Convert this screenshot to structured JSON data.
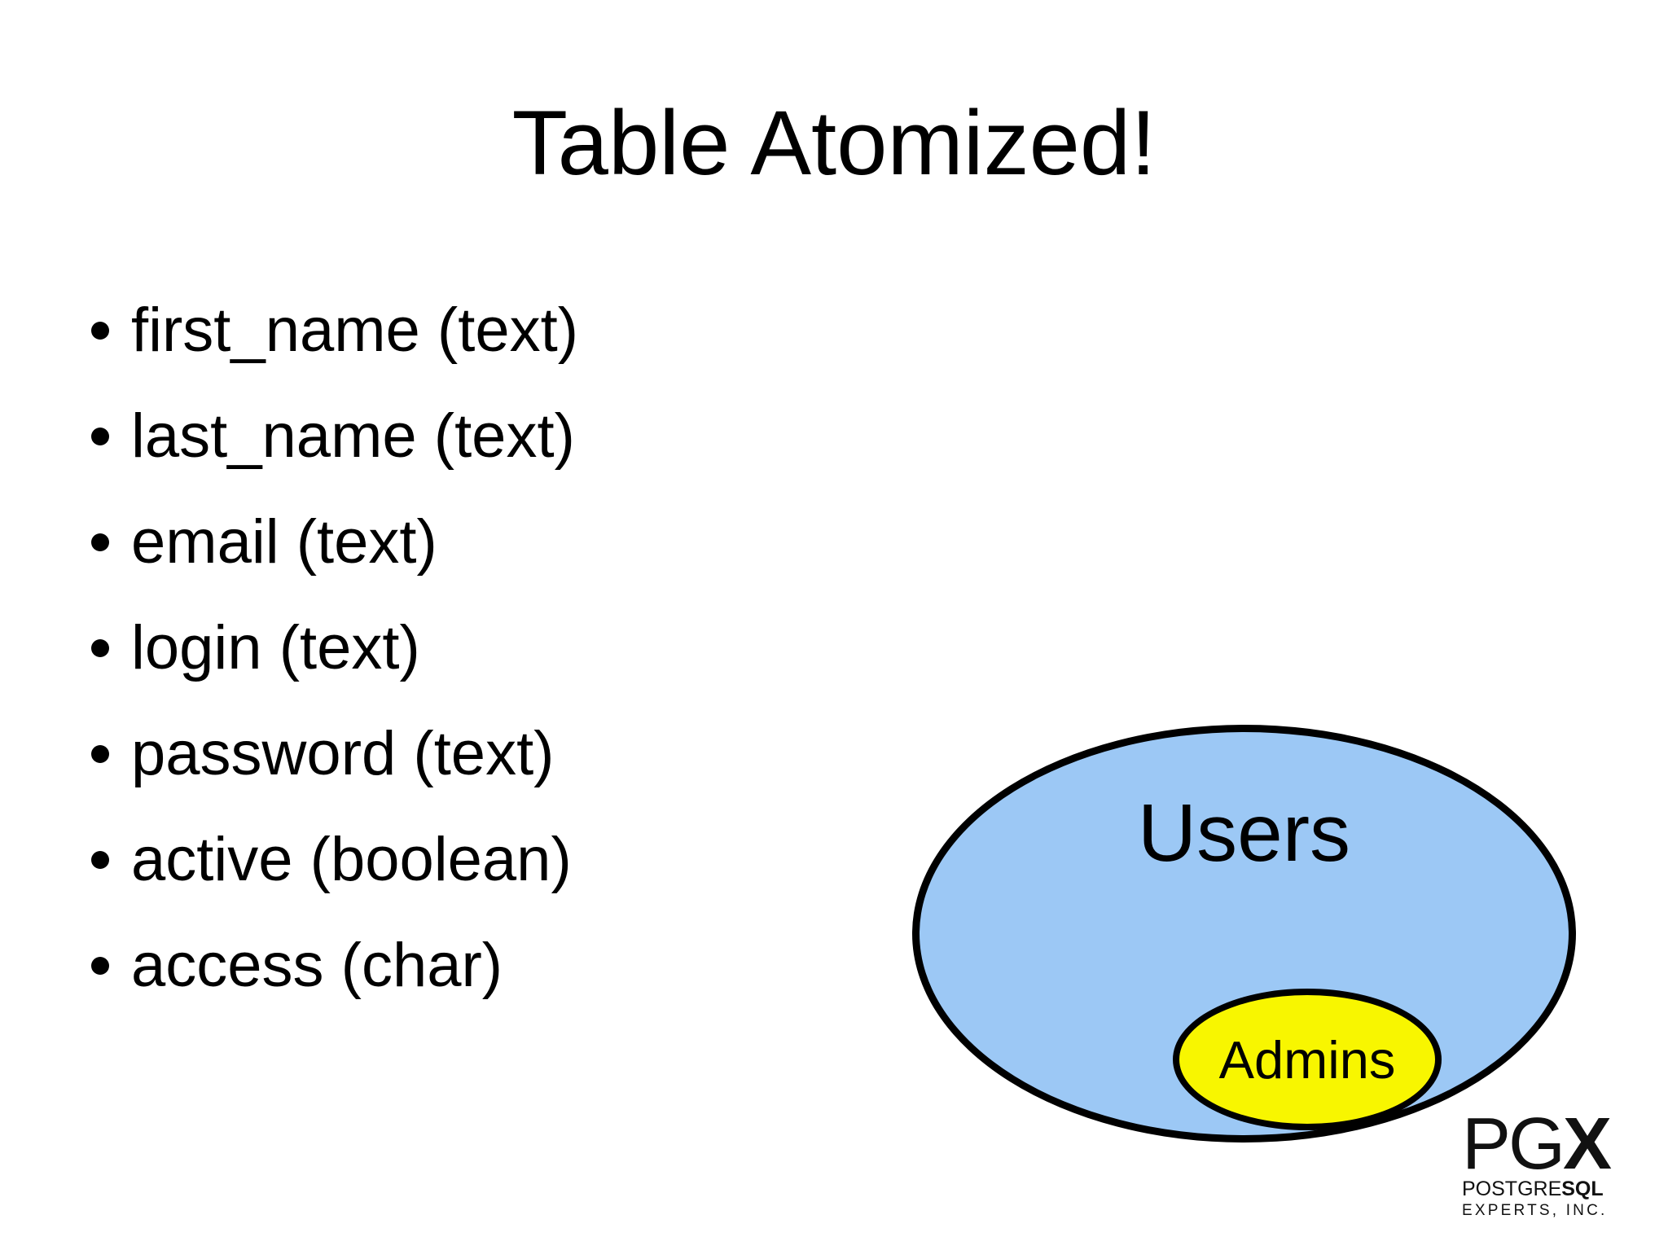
{
  "slide": {
    "title": "Table Atomized!",
    "bullets": [
      "first_name (text)",
      "last_name (text)",
      "email (text)",
      "login (text)",
      "password (text)",
      "active (boolean)",
      "access (char)"
    ],
    "diagram": {
      "outer_label": "Users",
      "inner_label": "Admins",
      "outer_fill_color": "#9CC8F5",
      "inner_fill_color": "#F8F600",
      "stroke_color": "#000000"
    },
    "logo": {
      "acronym_regular": "PG",
      "acronym_bold": "X",
      "company_regular": "POSTGRE",
      "company_bold": "SQL",
      "subtitle": "EXPERTS, INC."
    }
  }
}
